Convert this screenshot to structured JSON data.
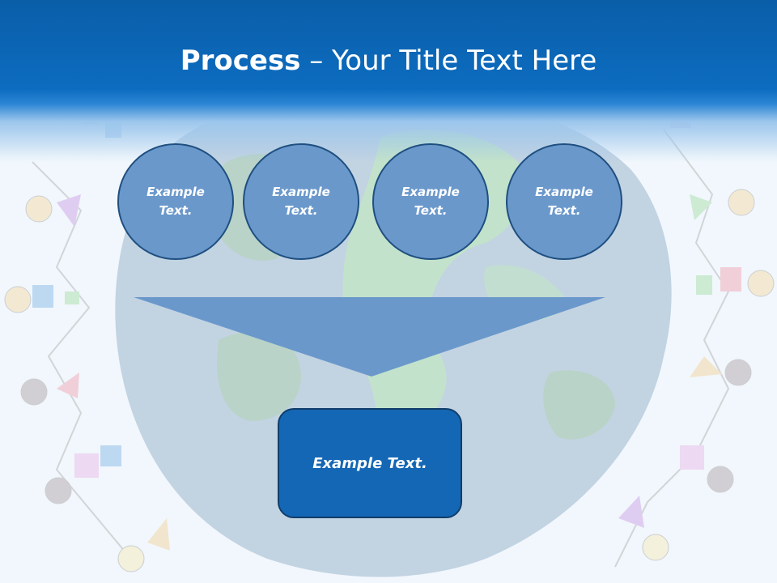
{
  "slide": {
    "title_bold": "Process",
    "title_rest": " – Your Title Text Here",
    "circles": [
      {
        "label": "Example Text."
      },
      {
        "label": "Example Text."
      },
      {
        "label": "Example Text."
      },
      {
        "label": "Example Text."
      }
    ],
    "result_box": {
      "label": "Example Text."
    }
  },
  "colors": {
    "header": "#0d6cc0",
    "circle_fill": "#6a98cb",
    "circle_border": "#1f4f80",
    "funnel": "#6a98cb",
    "box_fill": "#1467b4"
  },
  "background": {
    "illustration": "globe-with-children-holding-hands"
  }
}
